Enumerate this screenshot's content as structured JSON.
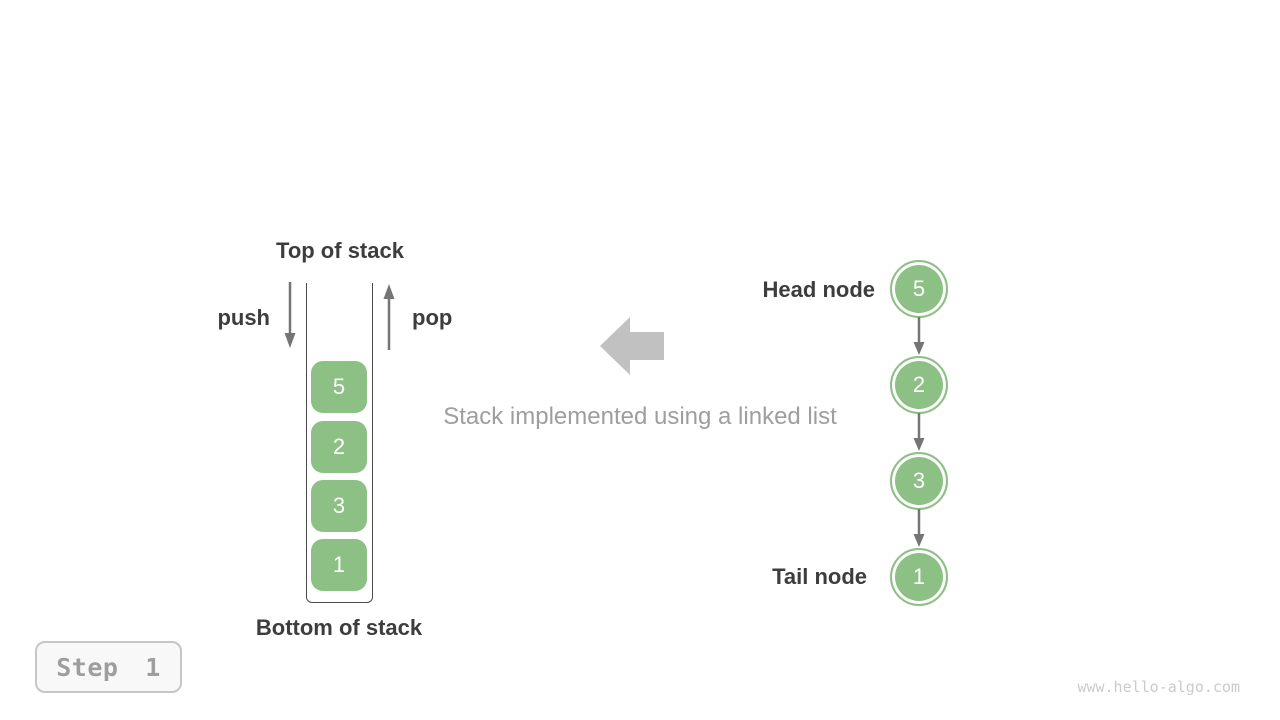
{
  "colors": {
    "canvas_bg": "#ffffff",
    "green": "#8cc084",
    "dark_text": "#3d3d3d",
    "arrow_gray": "#757575",
    "block_arrow_gray": "#c1c1c1",
    "muted_text": "#9e9e9e",
    "watermark_gray": "#cbcbcb"
  },
  "stack": {
    "top_label": "Top of stack",
    "bottom_label": "Bottom of stack",
    "push_label": "push",
    "pop_label": "pop",
    "items": [
      "5",
      "2",
      "3",
      "1"
    ]
  },
  "caption": "Stack implemented using a linked list",
  "linked_list": {
    "head_label": "Head node",
    "tail_label": "Tail node",
    "nodes": [
      "5",
      "2",
      "3",
      "1"
    ]
  },
  "step_badge": {
    "label": "Step 1"
  },
  "watermark": "www.hello-algo.com"
}
